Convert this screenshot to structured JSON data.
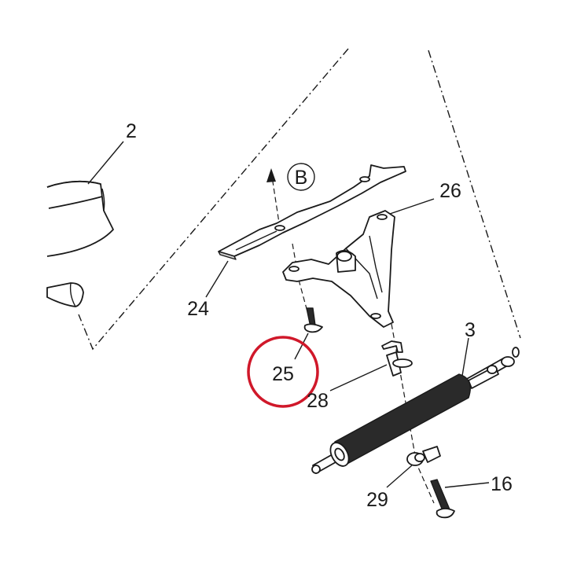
{
  "labels": {
    "part_2": "2",
    "part_26": "26",
    "part_b": "B",
    "part_24": "24",
    "part_25": "25",
    "part_28": "28",
    "part_3": "3",
    "part_29": "29",
    "part_16": "16"
  },
  "colors": {
    "highlight": "#d0182a",
    "line": "#1a1a1a"
  }
}
